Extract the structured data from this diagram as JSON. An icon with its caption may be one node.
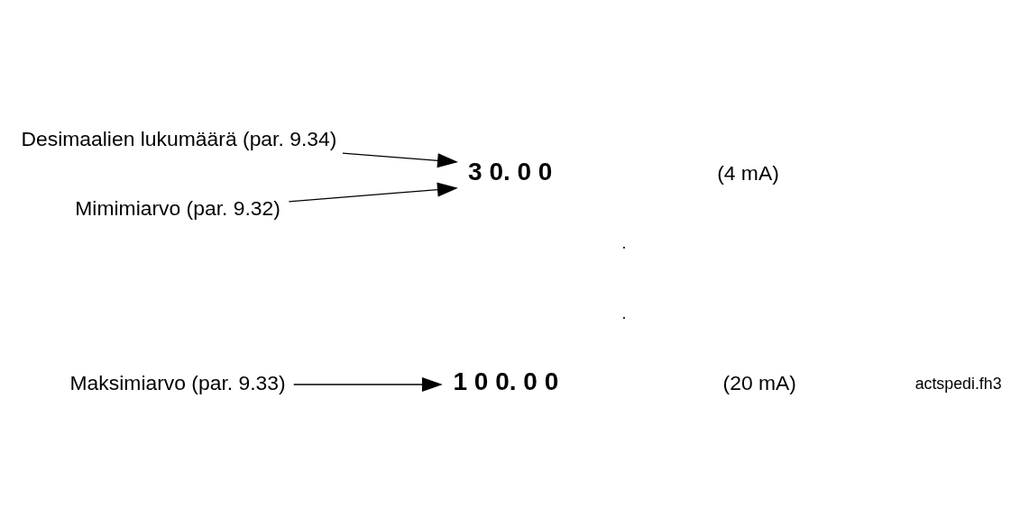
{
  "diagram": {
    "nodes": [
      {
        "text": [
          "Desimaalien lukumäärä (par. 9.34)"
        ]
      },
      {
        "text": [
          "Mimimiarvo (par. 9.32)"
        ]
      },
      {
        "text": [
          "3 0. 0 0"
        ],
        "beside": [
          "(4 mA)"
        ]
      },
      {
        "text": [
          "Maksimiarvo (par. 9.33)"
        ]
      },
      {
        "text": [
          "1 0 0. 0 0"
        ],
        "beside": [
          "(20 mA)"
        ]
      }
    ],
    "edges": [
      {
        "from": 0,
        "to": 2,
        "arrow": "to"
      },
      {
        "from": 1,
        "to": 2,
        "arrow": "to"
      },
      {
        "from": 3,
        "to": 4,
        "arrow": "to"
      }
    ],
    "labels": [
      ".",
      ".",
      "actspedi.fh3"
    ]
  }
}
